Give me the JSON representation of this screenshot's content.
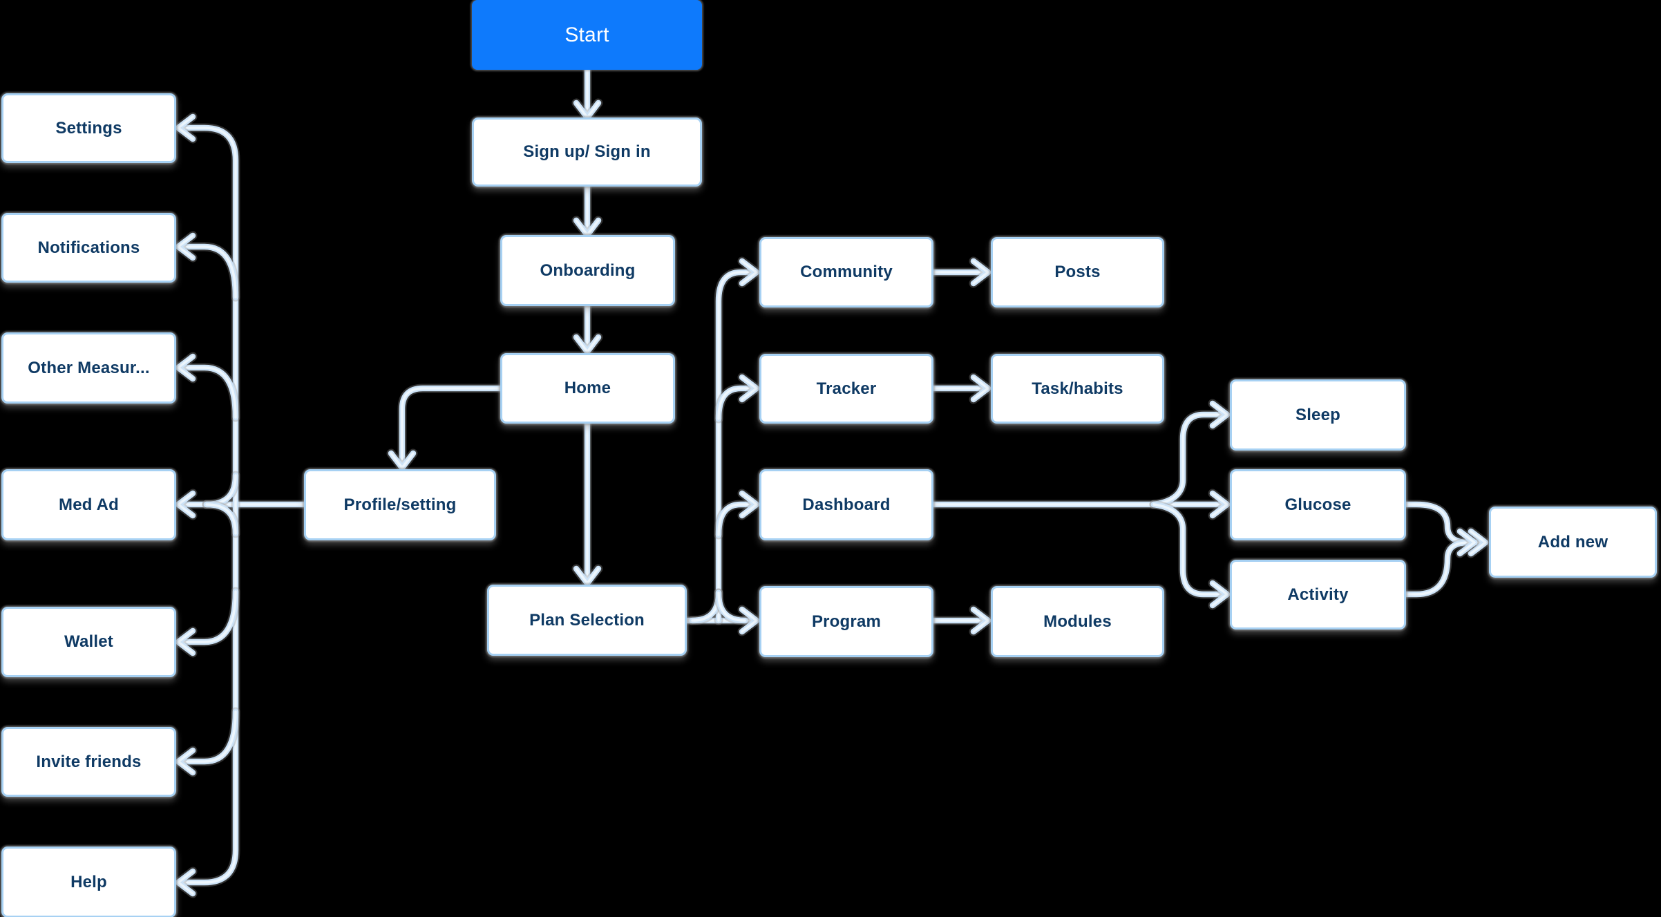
{
  "diagram": {
    "type": "flowchart",
    "background": "#000000",
    "colors": {
      "start_fill": "#0E7AFC",
      "start_text": "#FFFFFF",
      "node_fill": "#FFFFFF",
      "node_border": "#A7D1F3",
      "node_text": "#0F3A64",
      "connector": "#CDE3F7",
      "connector_core": "#EDF6FD"
    },
    "nodes": {
      "start": {
        "label": "Start"
      },
      "signup": {
        "label": "Sign up/ Sign in"
      },
      "onboarding": {
        "label": "Onboarding"
      },
      "home": {
        "label": "Home"
      },
      "profile": {
        "label": "Profile/setting"
      },
      "plan": {
        "label": "Plan Selection"
      },
      "settings": {
        "label": "Settings"
      },
      "notifications": {
        "label": "Notifications"
      },
      "other_measurements": {
        "label": "Other Measur..."
      },
      "med_ad": {
        "label": "Med Ad"
      },
      "wallet": {
        "label": "Wallet"
      },
      "invite_friends": {
        "label": "Invite friends"
      },
      "help": {
        "label": "Help"
      },
      "community": {
        "label": "Community"
      },
      "posts": {
        "label": "Posts"
      },
      "tracker": {
        "label": "Tracker"
      },
      "task_habits": {
        "label": "Task/habits"
      },
      "dashboard": {
        "label": "Dashboard"
      },
      "program": {
        "label": "Program"
      },
      "modules": {
        "label": "Modules"
      },
      "sleep": {
        "label": "Sleep"
      },
      "glucose": {
        "label": "Glucose"
      },
      "activity": {
        "label": "Activity"
      },
      "add_new": {
        "label": "Add new"
      }
    },
    "edges": [
      {
        "from": "start",
        "to": "signup"
      },
      {
        "from": "signup",
        "to": "onboarding"
      },
      {
        "from": "onboarding",
        "to": "home"
      },
      {
        "from": "home",
        "to": "profile"
      },
      {
        "from": "home",
        "to": "plan"
      },
      {
        "from": "profile",
        "to": "settings"
      },
      {
        "from": "profile",
        "to": "notifications"
      },
      {
        "from": "profile",
        "to": "other_measurements"
      },
      {
        "from": "profile",
        "to": "med_ad"
      },
      {
        "from": "profile",
        "to": "wallet"
      },
      {
        "from": "profile",
        "to": "invite_friends"
      },
      {
        "from": "profile",
        "to": "help"
      },
      {
        "from": "plan",
        "to": "community"
      },
      {
        "from": "plan",
        "to": "tracker"
      },
      {
        "from": "plan",
        "to": "dashboard"
      },
      {
        "from": "plan",
        "to": "program"
      },
      {
        "from": "community",
        "to": "posts"
      },
      {
        "from": "tracker",
        "to": "task_habits"
      },
      {
        "from": "program",
        "to": "modules"
      },
      {
        "from": "dashboard",
        "to": "sleep"
      },
      {
        "from": "dashboard",
        "to": "glucose"
      },
      {
        "from": "dashboard",
        "to": "activity"
      },
      {
        "from": "glucose",
        "to": "add_new"
      },
      {
        "from": "activity",
        "to": "add_new"
      }
    ]
  }
}
